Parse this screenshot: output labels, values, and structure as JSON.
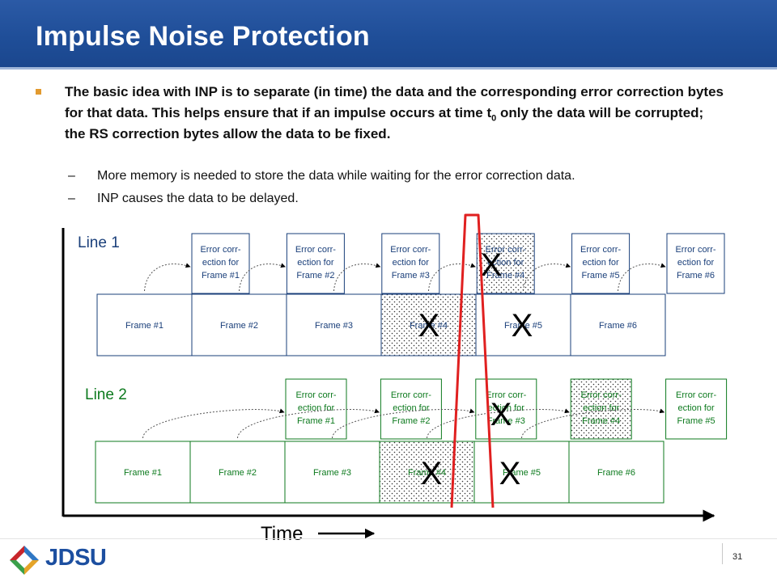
{
  "slide": {
    "title": "Impulse Noise Protection",
    "bullet_main_part1": "The basic idea with INP is to separate (in time) the data and the corresponding error correction bytes for that data.  This helps ensure that if an impulse occurs at time t",
    "bullet_main_subscript": "0",
    "bullet_main_part2": " only the data will be corrupted; the RS correction bytes allow the data to be fixed.",
    "sub_bullets": [
      "More memory is needed to store the data while waiting for the error correction data.",
      "INP causes the data to be delayed."
    ],
    "page_number": "31",
    "logo_text": "JDSU"
  },
  "diagram": {
    "time_label": "Time",
    "corruption_mark": "X",
    "line1": {
      "label": "Line 1",
      "color": "#1a3f7a",
      "frames": [
        "Frame #1",
        "Frame #2",
        "Frame #3",
        "Frame #4",
        "Frame #5",
        "Frame #6"
      ],
      "ec_boxes": [
        "Error corr-\nection for\nFrame #1",
        "Error corr-\nection for\nFrame #2",
        "Error corr-\nection for\nFrame #3",
        "Error corr-\nection for\nFrame #4",
        "Error corr-\nection for\nFrame #5",
        "Error corr-\nection for\nFrame #6"
      ]
    },
    "line2": {
      "label": "Line 2",
      "color": "#0d7a1e",
      "frames": [
        "Frame #1",
        "Frame #2",
        "Frame #3",
        "Frame #4",
        "Frame #5",
        "Frame #6"
      ],
      "ec_boxes": [
        "Error corr-\nection for\nFrame #1",
        "Error corr-\nection for\nFrame #2",
        "Error corr-\nection for\nFrame #3",
        "Error corr-\nection for\nFrame #4",
        "Error corr-\nection for\nFrame #5"
      ]
    },
    "impulse_color": "#e02020"
  }
}
